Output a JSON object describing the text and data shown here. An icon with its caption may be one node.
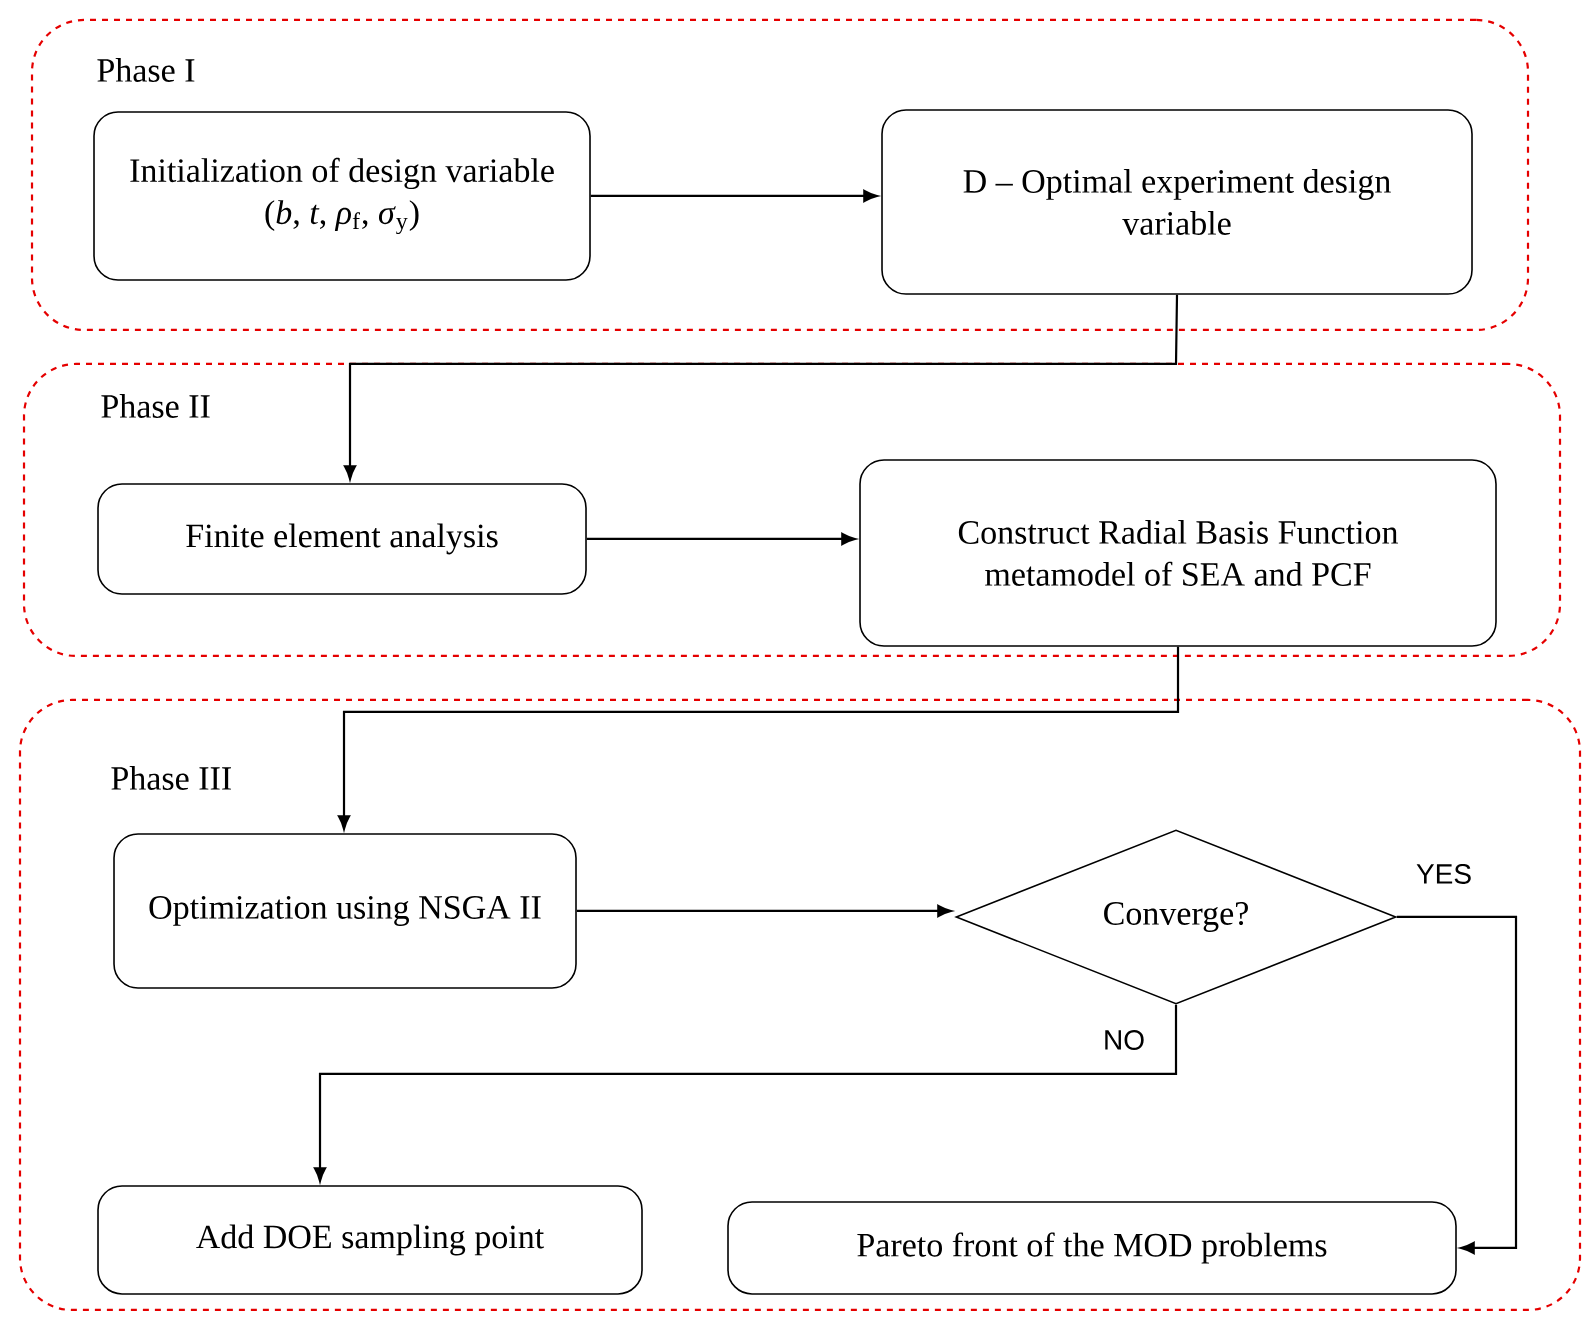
{
  "diagram": {
    "nodes": [
      {
        "text": [
          "Phase I"
        ]
      },
      {
        "text": [
          "Initialization of design variable (*b*, *t*, *ρ*$_{f}$, *σ*$_{y}$)"
        ],
        "in": 0
      },
      {
        "text": [
          "D – Optimal experiment design variable"
        ],
        "in": 0
      },
      {
        "text": [
          "Phase II"
        ]
      },
      {
        "text": [
          "Finite element analysis"
        ],
        "in": 3
      },
      {
        "text": [
          "Construct Radial Basis Function metamodel of SEA and PCF"
        ],
        "in": 3
      },
      {
        "text": [
          "Phase III"
        ]
      },
      {
        "text": [
          "Optimization using NSGA II"
        ],
        "in": 6
      },
      {
        "text": [
          "Converge?"
        ],
        "in": 6
      },
      {
        "text": [
          "Add DOE sampling point"
        ],
        "in": 6
      },
      {
        "text": [
          "Pareto front of the MOD problems"
        ],
        "in": 6
      }
    ],
    "edges": [
      {
        "from": 1,
        "to": 2,
        "arrow": "to"
      },
      {
        "from": 2,
        "to": 4,
        "arrow": "to"
      },
      {
        "from": 4,
        "to": 5,
        "arrow": "to"
      },
      {
        "from": 5,
        "to": 7,
        "arrow": "to"
      },
      {
        "from": 7,
        "to": 8,
        "arrow": "to"
      },
      {
        "from": 8,
        "to": 9,
        "arrow": "to",
        "label": "NO"
      },
      {
        "from": 8,
        "to": 10,
        "arrow": "to",
        "label": "YES"
      }
    ]
  }
}
